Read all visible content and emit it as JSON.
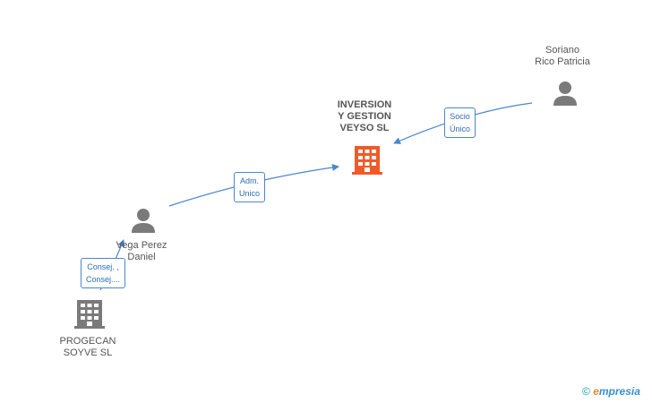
{
  "nodes": {
    "inversion": {
      "lines": [
        "INVERSION",
        "Y GESTION",
        "VEYSO SL"
      ],
      "type": "company",
      "highlight": true
    },
    "soriano": {
      "lines": [
        "Soriano",
        "Rico Patricia"
      ],
      "type": "person"
    },
    "vega": {
      "lines": [
        "Vega Perez",
        "Daniel"
      ],
      "type": "person"
    },
    "progecan": {
      "lines": [
        "PROGECAN",
        "SOYVE SL"
      ],
      "type": "company",
      "highlight": false
    }
  },
  "edges": {
    "soriano_to_inversion": {
      "lines": [
        "Socio",
        "Único"
      ]
    },
    "vega_to_inversion": {
      "lines": [
        "Adm.",
        "Unico"
      ]
    },
    "progecan_to_vega": {
      "lines": [
        "Consej. ,",
        "Consej...."
      ]
    }
  },
  "footer": {
    "copyright": "©",
    "brand_first": "e",
    "brand_rest": "mpresia"
  },
  "colors": {
    "company_highlight": "#f05a28",
    "company_default": "#7a7a7a",
    "person": "#7a7a7a",
    "edge": "#4a86d0"
  }
}
